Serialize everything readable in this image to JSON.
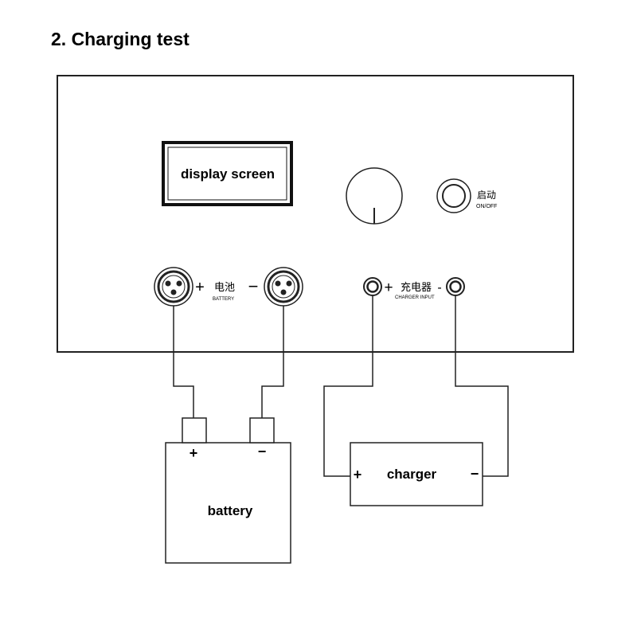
{
  "title": "2. Charging test",
  "panel": {
    "display_label": "display screen",
    "power_label_cn": "启动",
    "power_label_en": "ON/OFF",
    "battery_label_cn": "电池",
    "battery_label_en": "BATTERY",
    "charger_label_cn": "充电器",
    "charger_label_en": "CHARGER INPUT",
    "plus_sign": "+",
    "minus_sign": "−",
    "minus_sign_short": "-"
  },
  "battery": {
    "label": "battery",
    "plus": "+",
    "minus": "−"
  },
  "charger": {
    "label": "charger",
    "plus": "+",
    "minus": "−"
  },
  "colors": {
    "line": "#222222",
    "background": "#ffffff"
  }
}
